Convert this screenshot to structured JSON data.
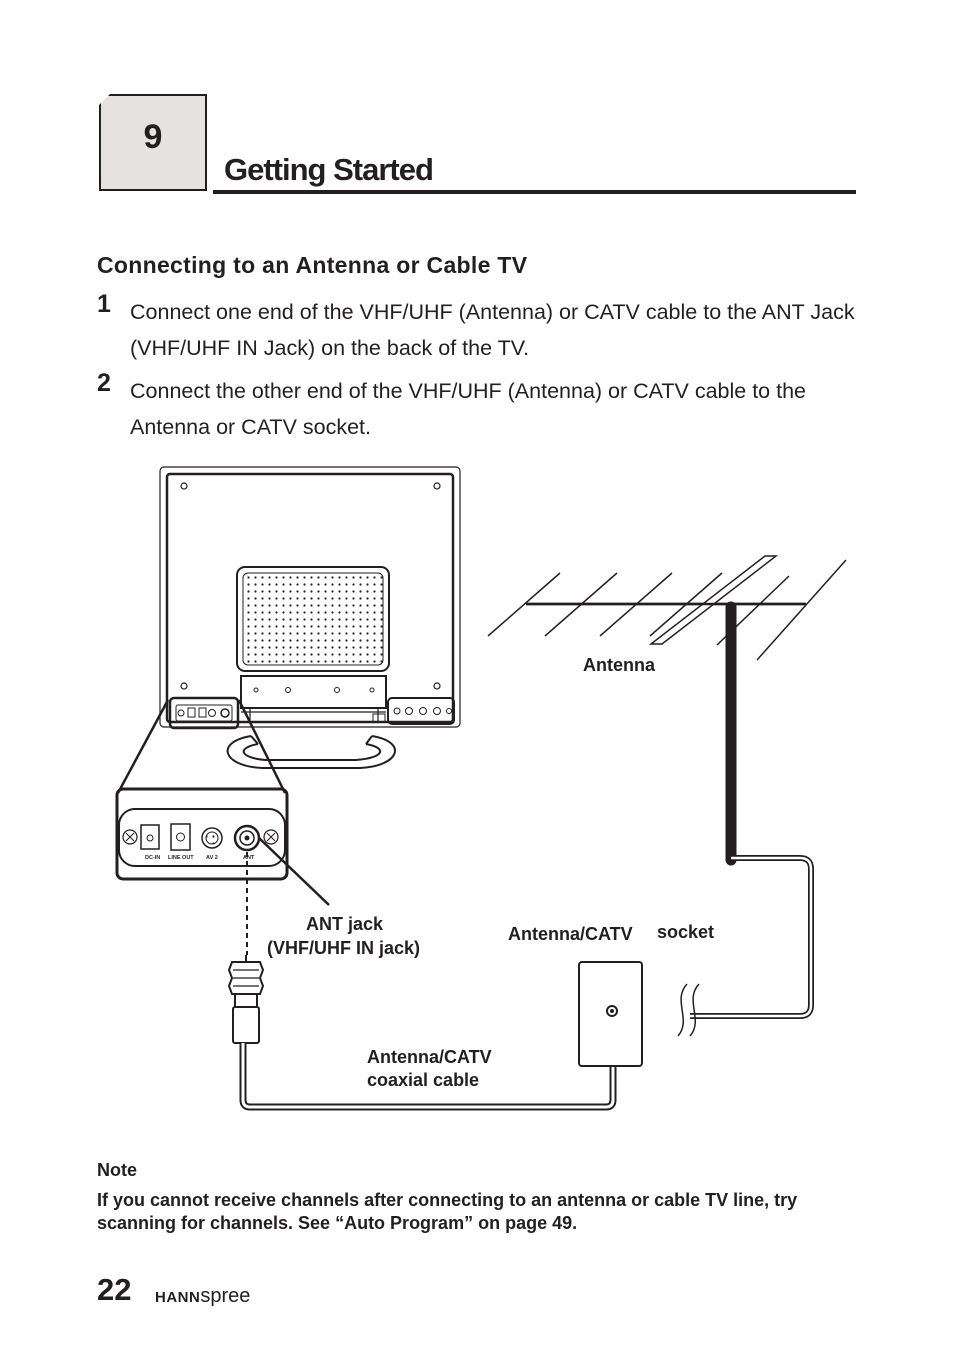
{
  "chapter": {
    "number": "9",
    "title": "Getting Started"
  },
  "section": {
    "heading": "Connecting to an Antenna or Cable TV"
  },
  "steps": [
    {
      "num": "1",
      "text": "Connect one end of the VHF/UHF (Antenna) or CATV cable to the ANT Jack (VHF/UHF IN Jack) on the back of the TV."
    },
    {
      "num": "2",
      "text": "Connect the other end of the VHF/UHF (Antenna) or CATV cable to the Antenna or CATV socket."
    }
  ],
  "diagram": {
    "labels": {
      "antenna": "Antenna",
      "ant_jack": "ANT jack",
      "ant_jack_sub": "(VHF/UHF IN jack)",
      "socket_a": "Antenna/CATV",
      "socket_b": "socket",
      "cable_a": "Antenna/CATV",
      "cable_b": "coaxial cable"
    },
    "panel_labels": {
      "dc_in": "DC-IN",
      "line_out": "LINE OUT",
      "av2": "AV 2",
      "ant": "ANT"
    }
  },
  "note": {
    "heading": "Note",
    "text": "If you cannot receive channels after connecting to an antenna or cable TV line, try scanning for channels. See “Auto Program” on page 49."
  },
  "footer": {
    "page": "22",
    "brand_bold": "HANN",
    "brand_light": "spree"
  }
}
